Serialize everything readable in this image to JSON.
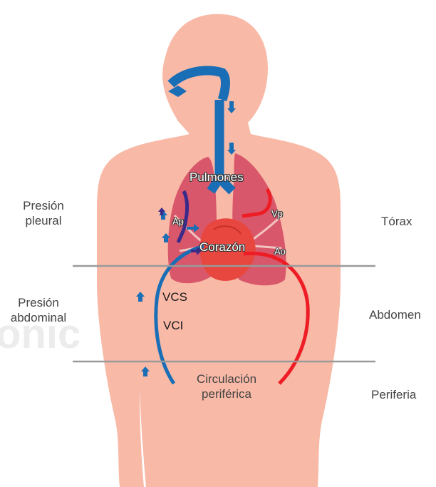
{
  "colors": {
    "skin": "#f8b9a7",
    "venous": "#1a6eb5",
    "arterial": "#ee1c25",
    "lungs": "#d9576a",
    "heart": "#e8473f",
    "divider": "#9a9a9a",
    "pulmonary_vessel": "#3a2a8a"
  },
  "labels": {
    "lungs": "Pulmones",
    "heart": "Corazón",
    "ap": "Ap",
    "vp": "Vp",
    "ao": "Ao",
    "vcs": "VCS",
    "vci": "VCI",
    "peripheral_circulation": "Circulación\nperiférica"
  },
  "zones_left": {
    "pleural_pressure": "Presión\npleural",
    "abdominal_pressure": "Presión\nabdominal"
  },
  "zones_right": {
    "thorax": "Tórax",
    "abdomen": "Abdomen",
    "periphery": "Periferia"
  },
  "watermark": "onic"
}
